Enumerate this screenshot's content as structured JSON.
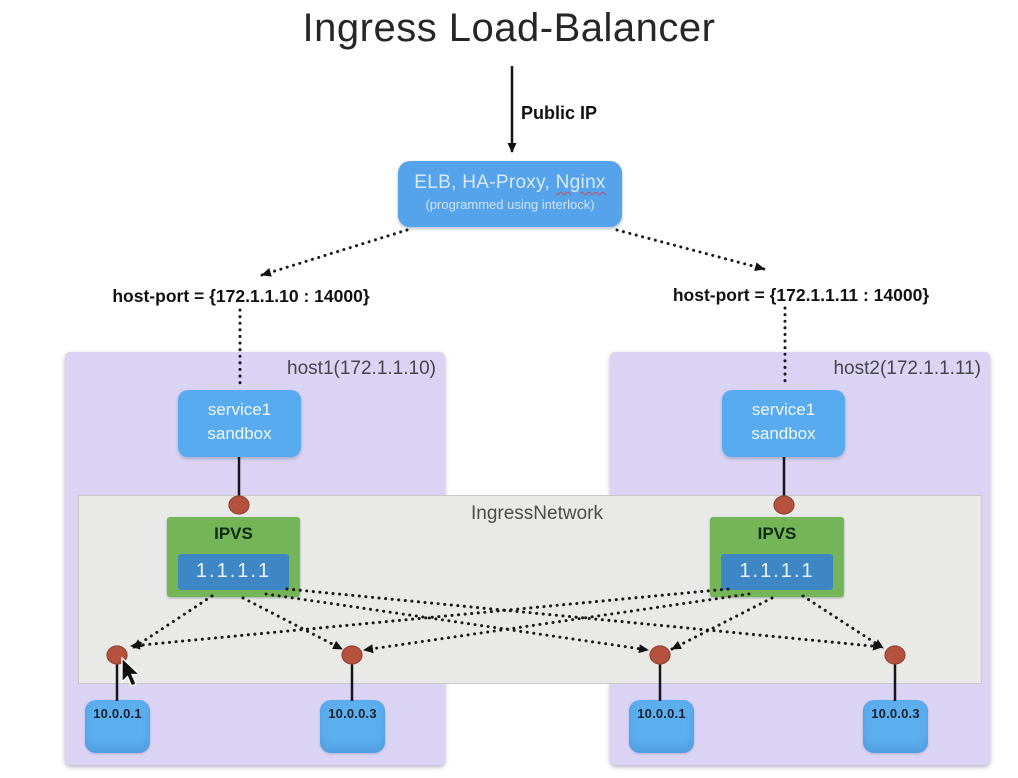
{
  "title": "Ingress Load-Balancer",
  "public_ip_label": "Public IP",
  "elb": {
    "line1_prefix": "ELB, HA-Proxy, ",
    "line1_misspelled": "Nginx",
    "line2": "(programmed using interlock)"
  },
  "host_ports": {
    "left": "host-port = {172.1.1.10 : 14000}",
    "right": "host-port = {172.1.1.11 : 14000}"
  },
  "network": {
    "label": "IngressNetwork"
  },
  "hosts": [
    {
      "label": "host1(172.1.1.10)",
      "service": {
        "line1": "service1",
        "line2": "sandbox"
      },
      "ipvs_label": "IPVS",
      "vip": "1.1.1.1",
      "backends": [
        "10.0.0.1",
        "10.0.0.3"
      ]
    },
    {
      "label": "host2(172.1.1.11)",
      "service": {
        "line1": "service1",
        "line2": "sandbox"
      },
      "ipvs_label": "IPVS",
      "vip": "1.1.1.1",
      "backends": [
        "10.0.0.1",
        "10.0.0.3"
      ]
    }
  ],
  "icons": {
    "cursor": "mouse-pointer"
  },
  "colors": {
    "node_blue": "#57a7ec",
    "ipvs_green": "#74b657",
    "vip_blue": "#3e86c4",
    "host_purple": "#dad3f3",
    "network_gray": "#e9e9e8",
    "endpoint_dot": "#b5513c",
    "misspell_underline": "#c94b60"
  }
}
